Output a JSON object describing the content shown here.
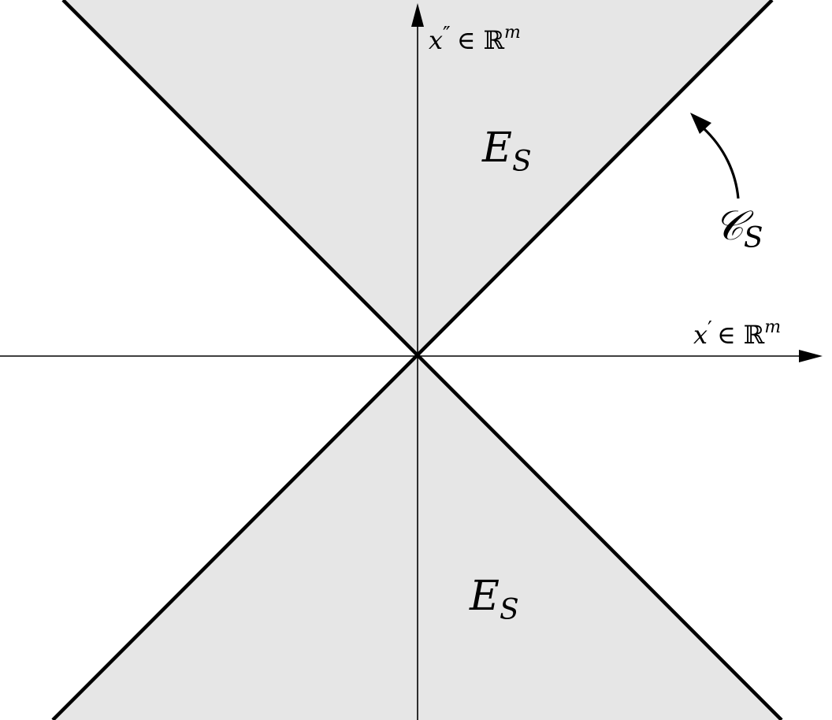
{
  "colors": {
    "shaded_region": "#e6e6e6",
    "lines": "#000000",
    "background": "#ffffff"
  },
  "vertical_axis": {
    "variable": "x",
    "prime": "″",
    "relation": "∈",
    "space": "ℝ",
    "exponent": "m"
  },
  "horizontal_axis": {
    "variable": "x",
    "prime": "′",
    "relation": "∈",
    "space": "ℝ",
    "exponent": "m"
  },
  "regions": [
    {
      "main": "E",
      "subscript": "S"
    },
    {
      "main": "E",
      "subscript": "S"
    }
  ],
  "cone_label": {
    "main": "𝒞",
    "subscript": "S"
  }
}
